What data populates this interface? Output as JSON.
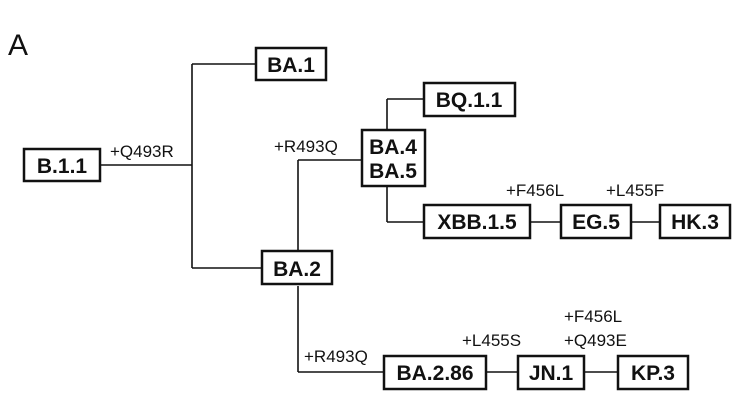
{
  "panel_label": "A",
  "nodes": {
    "b11": "B.1.1",
    "ba1": "BA.1",
    "ba2": "BA.2",
    "ba45_line1": "BA.4",
    "ba45_line2": "BA.5",
    "bq11": "BQ.1.1",
    "xbb15": "XBB.1.5",
    "eg5": "EG.5",
    "hk3": "HK.3",
    "ba286": "BA.2.86",
    "jn1": "JN.1",
    "kp3": "KP.3"
  },
  "mutations": {
    "q493r": "+Q493R",
    "r493q_upper": "+R493Q",
    "f456l_eg5": "+F456L",
    "l455f_hk3": "+L455F",
    "r493q_lower": "+R493Q",
    "l455s_jn1": "+L455S",
    "f456l_kp3": "+F456L",
    "q493e_kp3": "+Q493E"
  },
  "colors": {
    "line": "#111111",
    "box_fill": "#ffffff"
  }
}
